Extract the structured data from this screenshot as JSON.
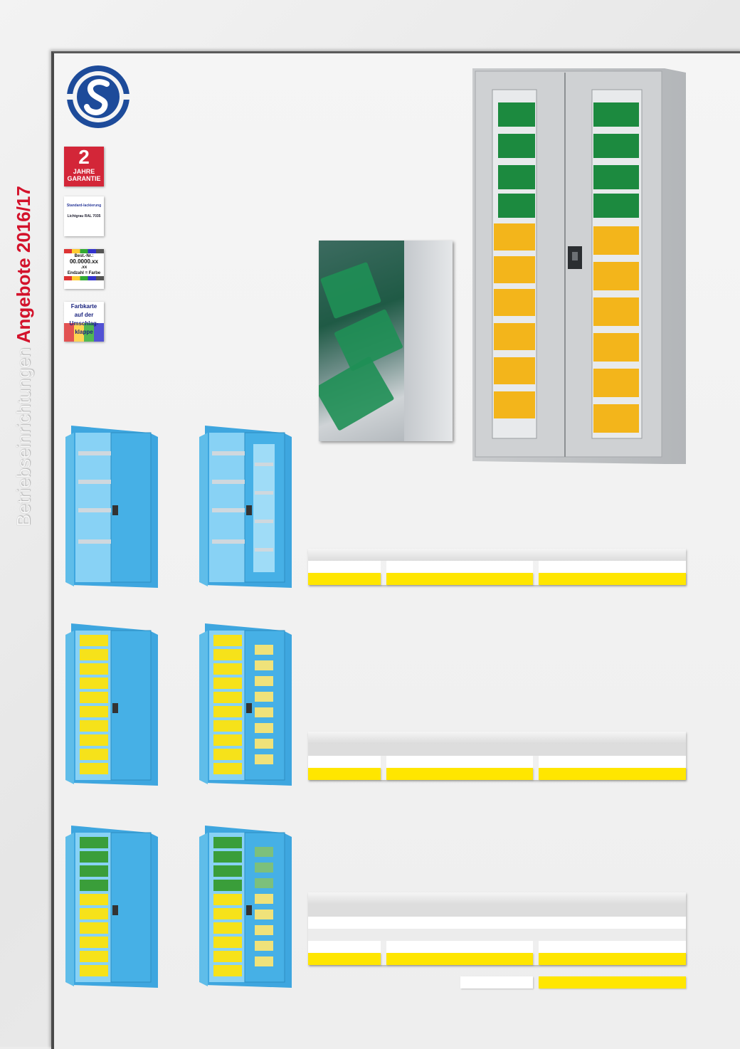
{
  "side_title": {
    "part1": "Betriebseinrichtungen",
    "part2": "Angebote 2016/17"
  },
  "badges": {
    "warranty": {
      "number": "2",
      "line1": "JAHRE",
      "line2": "GARANTIE"
    },
    "paint": {
      "line1": "Standard-lackierung",
      "line2": "Lichtgrau RAL 7035"
    },
    "order": {
      "line1": "Best.-Nr.:",
      "line2": "00.0000.xx",
      "line3": ".xx",
      "line4": "Endzahl = Farbe"
    },
    "colorcard": {
      "line1": "Farbkarte",
      "line2": "auf der",
      "line3": "Umschlag-",
      "line4": "klappe"
    }
  },
  "colors": {
    "accent_red": "#d3122b",
    "yellow": "#ffe600",
    "cabinet_blue": "#41aee6",
    "logo_blue": "#1d4b9a"
  },
  "icons": [
    "company-logo-icon"
  ]
}
